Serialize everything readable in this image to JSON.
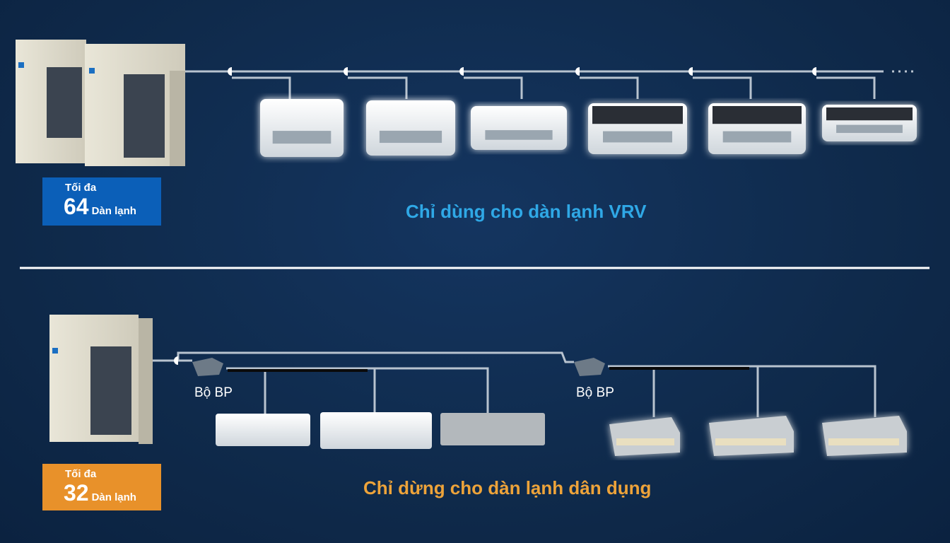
{
  "top_section": {
    "badge": {
      "line1": "Tối đa",
      "count": "64",
      "unit": "Dàn lạnh"
    },
    "caption": "Chỉ dùng cho dàn lạnh VRV",
    "indoor_unit_count_shown": 6
  },
  "bottom_section": {
    "badge": {
      "line1": "Tối đa",
      "count": "32",
      "unit": "Dàn lạnh"
    },
    "caption": "Chỉ dừng cho dàn lạnh dân dụng",
    "bp_labels": [
      "Bộ BP",
      "Bộ BP"
    ],
    "indoor_unit_count_shown": 6
  },
  "colors": {
    "background": "#0f2a4b",
    "vrv_badge": "#0b5fb8",
    "residential_badge": "#e8912a",
    "vrv_caption": "#2fa8e6",
    "residential_caption": "#eda33a"
  }
}
